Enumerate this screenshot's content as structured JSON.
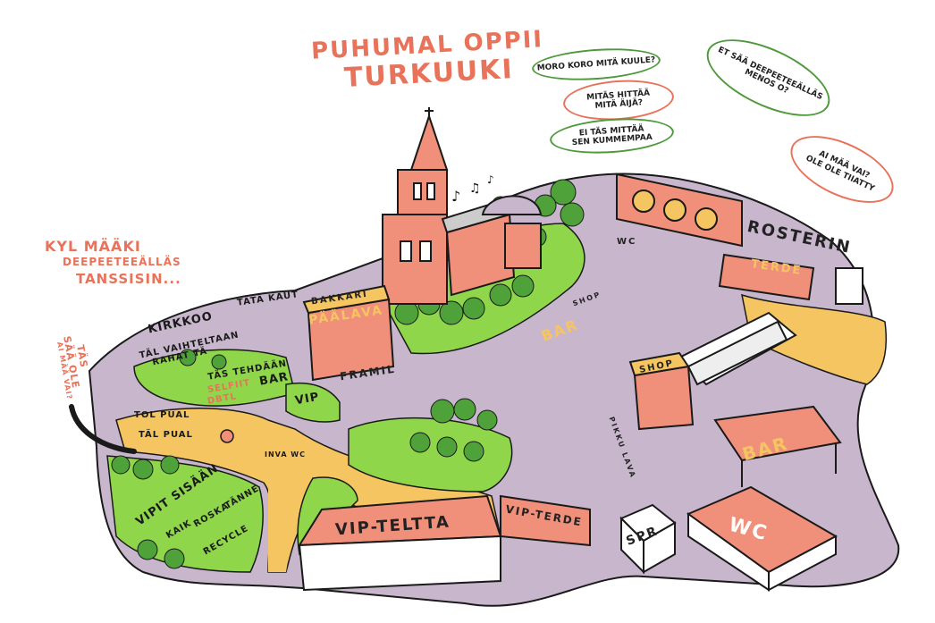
{
  "title": {
    "line1": "PUHUMAL OPPII",
    "line2": "TURKUUKI"
  },
  "speech_bubbles": [
    {
      "text": "MORO KORO MITÄ KUULE?",
      "color": "green"
    },
    {
      "text": "MITÄS HITTÄÄ\nMITÄ ÄIJÄ?",
      "color": "orange"
    },
    {
      "text": "EI TÄS MITTÄÄ\nSEN KUMMEMPAA",
      "color": "green"
    },
    {
      "text": "ET SÄÄ DEEPEETEEÄLLÄS\nMENOS O?",
      "color": "green"
    },
    {
      "text": "AI MÄÄ VAI?\nOLE OLE TIIATTY",
      "color": "orange"
    }
  ],
  "side_texts": {
    "kyl_maaki_1": "KYL MÄÄKI",
    "kyl_maaki_2": "DEEPEETEEÄLLÄS",
    "kyl_maaki_3": "TANSSISIN...",
    "saa_ole_1": "SÄÄ OLE",
    "saa_ole_2": "TÄS",
    "saa_ole_3": "AI MÄÄ VAI?"
  },
  "places": {
    "kirkkoo": "KIRKKOO",
    "tata_kaut": "TÄTÄ KAUT",
    "tal_vaihteltaan": "TÄL VAIHTELTAAN",
    "rahatta": "RAHAT TÄ",
    "tas_tehdaan": "TÄS TEHDÄÄN",
    "selfiit": "SELFIIT",
    "dbtl": "DBTL",
    "bar_left": "BAR",
    "vip": "VIP",
    "tol_pual": "TOL PUAL",
    "tal_pual": "TÄL PUAL",
    "vipit_sisaan": "VIPIT SISÄÄN",
    "kaik": "KAIK",
    "roska": "ROSKA",
    "tanne": "TÄNNE",
    "recycle": "RECYCLE",
    "inva_wc": "INVA WC",
    "vip_teltta": "VIP-TELTTA",
    "vip_terde": "VIP-TERDE",
    "paalava": "PÄÄLAVA",
    "bakkari": "BAKKARI",
    "framil": "FRAMIL",
    "bar_center": "BAR",
    "shop_center": "SHOP",
    "wc_top": "WC",
    "rosterin": "ROSTERIN",
    "terde": "TERDE",
    "shop_right": "SHOP",
    "pikku_lava": "PIKKU LAVA",
    "bar_right": "BAR",
    "spr": "SPR",
    "wc_big": "WC"
  },
  "colors": {
    "ground_purple": "#c8b7cc",
    "path_yellow": "#f5c561",
    "grass_green": "#8fd64a",
    "salmon": "#f0907a",
    "ink": "#1a1a1a",
    "bubble_green": "#4e9a3a",
    "bubble_orange": "#e8735a"
  }
}
